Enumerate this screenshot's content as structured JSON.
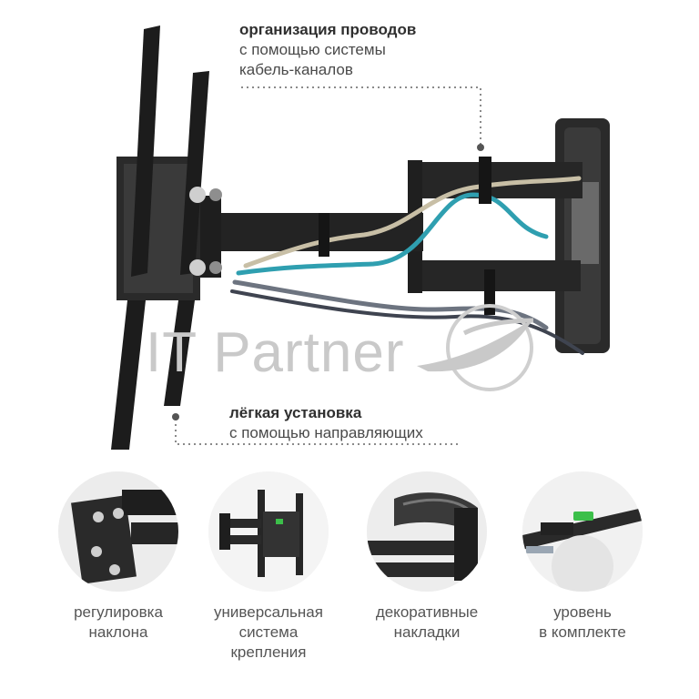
{
  "callouts": {
    "top": {
      "line1": "организация проводов",
      "line2": "с помощью системы",
      "line3": "кабель-каналов"
    },
    "bottom": {
      "line1": "лёгкая установка",
      "line2": "с помощью направляющих"
    }
  },
  "watermark": {
    "text": "IT Partner",
    "icon": "swoosh-logo-icon"
  },
  "features": [
    {
      "icon": "tilt-adjust-icon",
      "lines": [
        "регулировка",
        "наклона"
      ]
    },
    {
      "icon": "universal-mount-icon",
      "lines": [
        "универсальная",
        "система",
        "крепления"
      ]
    },
    {
      "icon": "decor-cover-icon",
      "lines": [
        "декоративные",
        "накладки"
      ]
    },
    {
      "icon": "level-icon",
      "lines": [
        "уровень",
        "в комплекте"
      ]
    }
  ],
  "colors": {
    "metal": "#2b2b2b",
    "cable_teal": "#2f9fb0",
    "cable_beige": "#c8bfa6",
    "cable_gray": "#6d7480",
    "dotted_line": "#8a8a8a"
  }
}
